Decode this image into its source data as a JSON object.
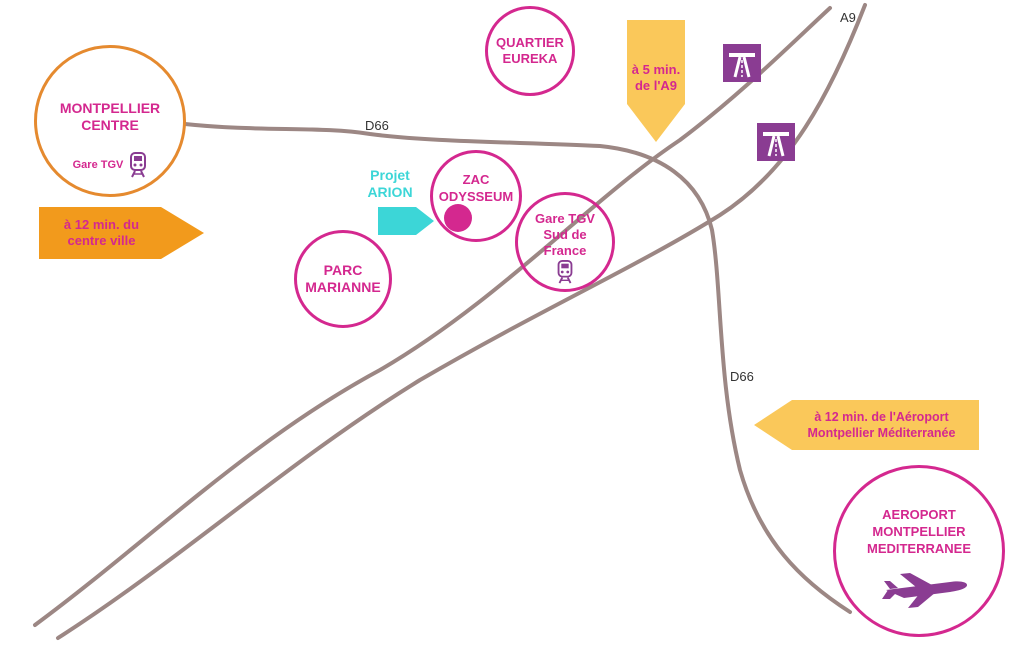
{
  "colors": {
    "road": "#9c8784",
    "magenta": "#d4288f",
    "orange": "#e58a2f",
    "orange_fill": "#f29a1c",
    "yellow": "#fac85a",
    "cyan": "#3cd6d7",
    "purple": "#8a3c92"
  },
  "roads": {
    "d66_top": "D66",
    "d66_right": "D66",
    "a9": "A9"
  },
  "places": {
    "montpellier_centre": {
      "label": "MONTPELLIER\nCENTRE",
      "station": "Gare TGV"
    },
    "quartier_eureka": {
      "label": "QUARTIER\nEUREKA"
    },
    "zac_odysseum": {
      "label": "ZAC\nODYSSEUM"
    },
    "gare_tgv_sud": {
      "label": "Gare TGV\nSud de\nFrance"
    },
    "parc_marianne": {
      "label": "PARC\nMARIANNE"
    },
    "aeroport": {
      "label": "AEROPORT\nMONTPELLIER\nMEDITERRANEE"
    }
  },
  "projet": {
    "label": "Projet\nARION"
  },
  "arrows": {
    "centre_ville": "à 12 min. du\ncentre ville",
    "a9": "à 5 min.\nde l'A9",
    "aeroport": "à 12 min. de l'Aéroport\nMontpellier Méditerranée"
  },
  "icons": {
    "motorway": "motorway-icon",
    "train": "train-icon",
    "plane": "plane-icon"
  }
}
